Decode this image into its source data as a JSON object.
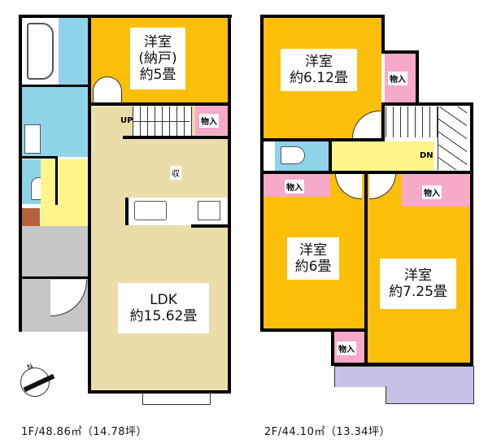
{
  "colors": {
    "western_room": "#FBBF0A",
    "storage": "#F6A9C8",
    "wet_area": "#8FD3E8",
    "hall": "#FFF58A",
    "ldk": "#EADDAA",
    "entrance": "#C6C6C6",
    "shoe_box": "#B5623A",
    "balcony": "#C8C0E6",
    "wall": "#000000"
  },
  "floor1": {
    "rooms": {
      "storage_room": {
        "line1": "洋室",
        "line2": "(納戸)",
        "line3": "約5畳"
      },
      "ldk": {
        "line1": "LDK",
        "line2": "約15.62畳"
      },
      "closet_stair": "物入",
      "stair_label": "UP",
      "shuno": "収"
    },
    "footer": "1F/48.86㎡（14.78坪）"
  },
  "floor2": {
    "rooms": {
      "room_a": {
        "line1": "洋室",
        "line2": "約6.12畳"
      },
      "room_b": {
        "line1": "洋室",
        "line2": "約6畳"
      },
      "room_c": {
        "line1": "洋室",
        "line2": "約7.25畳"
      },
      "closet_a": "物入",
      "closet_b": "物入",
      "closet_c": "物入",
      "closet_d": "物入",
      "stair_label": "DN"
    },
    "footer": "2F/44.10㎡（13.34坪）"
  },
  "compass": {
    "label": "N"
  }
}
